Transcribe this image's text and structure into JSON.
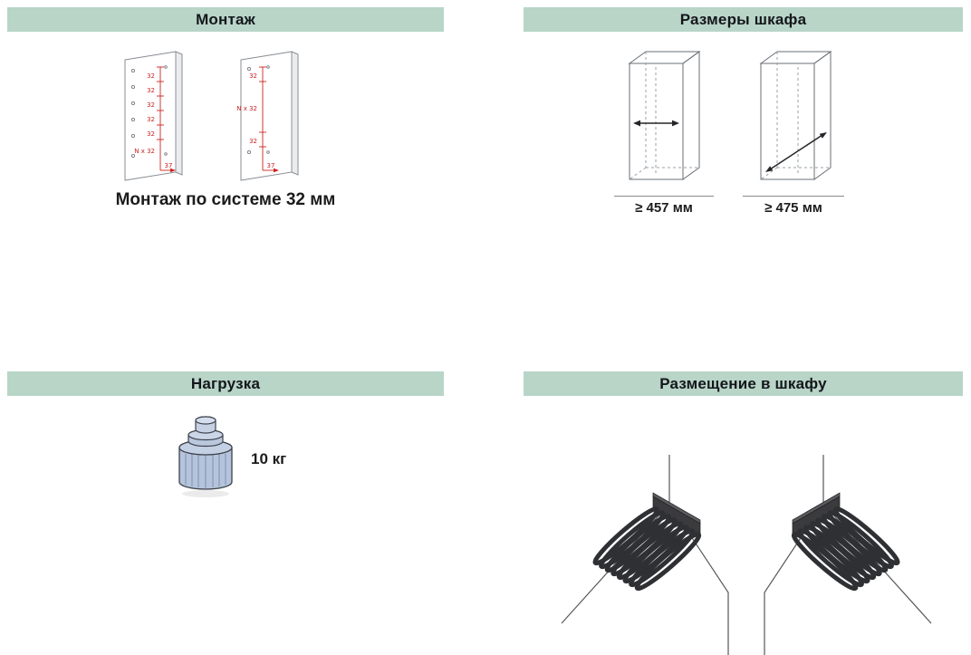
{
  "theme": {
    "header_bg": "#b8d5c7",
    "header_text": "#14161c",
    "accent_red": "#cc2222",
    "weight_fill": "#b6c4db"
  },
  "sections": {
    "montage": {
      "title": "Монтаж",
      "caption": "Монтаж по системе 32 мм",
      "panel_left": {
        "step_labels": [
          "32",
          "32",
          "32",
          "32",
          "32"
        ],
        "series_label": "N x 32",
        "offset_label": "37"
      },
      "panel_right": {
        "top_label": "32",
        "series_label": "N x 32",
        "bottom_label": "32",
        "offset_label": "37"
      }
    },
    "cabinet_dimensions": {
      "title": "Размеры шкафа",
      "width_min": "≥ 457 мм",
      "depth_min": "≥ 475 мм"
    },
    "load": {
      "title": "Нагрузка",
      "capacity": "10 кг"
    },
    "placement": {
      "title": "Размещение в шкафу"
    }
  }
}
